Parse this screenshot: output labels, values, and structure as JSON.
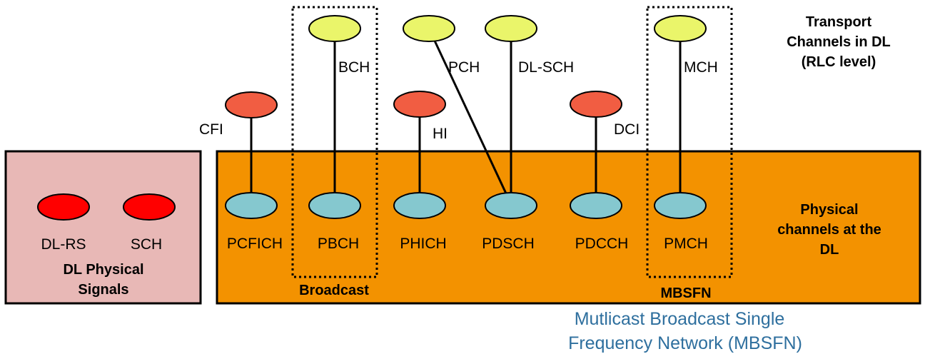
{
  "transport_header": [
    "Transport",
    "Channels in DL",
    "(RLC level)"
  ],
  "physical_header": [
    "Physical",
    "channels at the",
    "DL"
  ],
  "signals_panel": {
    "signals": [
      "DL-RS",
      "SCH"
    ],
    "caption": [
      "DL Physical",
      "Signals"
    ]
  },
  "transport_channels": [
    "BCH",
    "PCH",
    "DL-SCH",
    "MCH"
  ],
  "control_channels": [
    "CFI",
    "HI",
    "DCI"
  ],
  "physical_channels": [
    "PCFICH",
    "PBCH",
    "PHICH",
    "PDSCH",
    "PDCCH",
    "PMCH"
  ],
  "groups": {
    "broadcast": "Broadcast",
    "mbsfn": "MBSFN"
  },
  "footnote": [
    "Mutlicast Broadcast Single",
    "Frequency Network (MBSFN)"
  ],
  "colors": {
    "signals_panel_fill": "#e8b8b6",
    "physical_band_fill": "#f39200",
    "transport_channel_fill": "#eaf56a",
    "control_channel_fill": "#f15d42",
    "physical_channel_fill": "#85c8cf",
    "signal_fill": "#ff0000",
    "footnote_text": "#2e6f9e"
  }
}
